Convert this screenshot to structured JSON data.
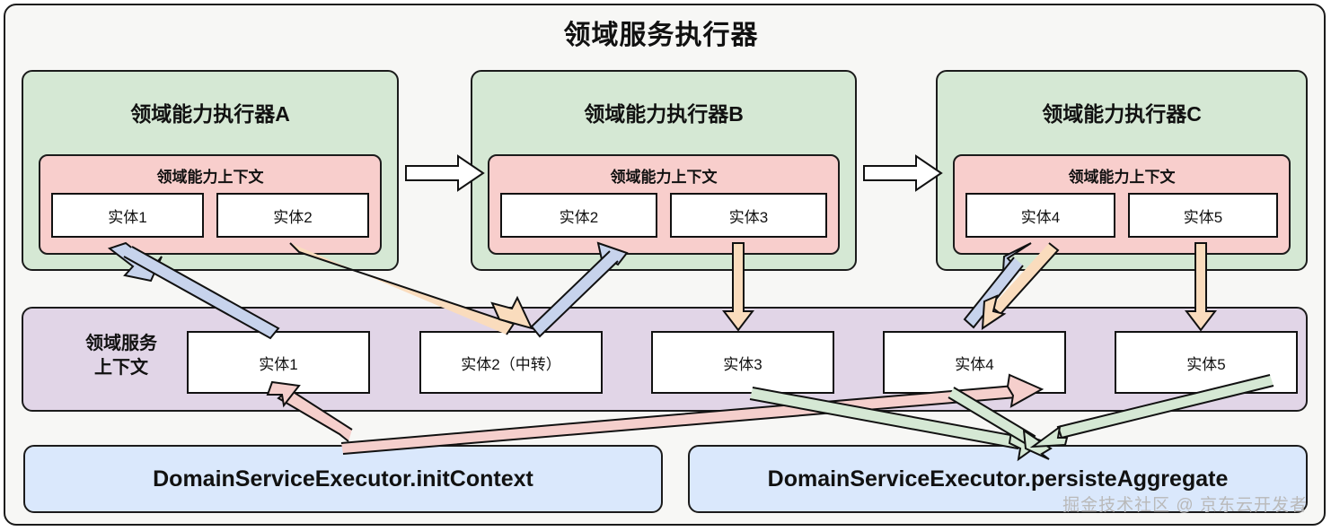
{
  "diagram": {
    "title": "领域服务执行器",
    "watermark": "掘金技术社区 @ 京东云开发者",
    "colors": {
      "outer_bg": "#f7f7f5",
      "executor_green": "#d5e8d4",
      "capability_pink": "#f8cecc",
      "service_context_purple": "#e1d5e7",
      "method_blue": "#dae8fc",
      "entity_white": "#ffffff",
      "stroke": "#1b1b1b",
      "arrow_blue": "#c7d3ec",
      "arrow_peach": "#fadcbd",
      "arrow_pink": "#f5cfcc",
      "arrow_green": "#d5e8d4",
      "arrow_white": "#ffffff"
    }
  },
  "executors": [
    {
      "title": "领域能力执行器A",
      "context_title": "领域能力上下文",
      "entities": [
        "实体1",
        "实体2"
      ]
    },
    {
      "title": "领域能力执行器B",
      "context_title": "领域能力上下文",
      "entities": [
        "实体2",
        "实体3"
      ]
    },
    {
      "title": "领域能力执行器C",
      "context_title": "领域能力上下文",
      "entities": [
        "实体4",
        "实体5"
      ]
    }
  ],
  "service_context": {
    "label_line1": "领域服务",
    "label_line2": "上下文",
    "entities": [
      "实体1",
      "实体2（中转）",
      "实体3",
      "实体4",
      "实体5"
    ]
  },
  "methods": [
    {
      "label": "DomainServiceExecutor.initContext"
    },
    {
      "label": "DomainServiceExecutor.persisteAggregate"
    }
  ],
  "flow_arrows": [
    {
      "from": "executor-a",
      "to": "executor-b",
      "style": "block-white"
    },
    {
      "from": "executor-b",
      "to": "executor-c",
      "style": "block-white"
    },
    {
      "from": "service-entity-1",
      "to": "cap-a-entity-1",
      "style": "blue"
    },
    {
      "from": "cap-a-entity-2",
      "to": "service-entity-2",
      "style": "peach"
    },
    {
      "from": "service-entity-2",
      "to": "cap-b-entity-2",
      "style": "blue"
    },
    {
      "from": "cap-b-entity-3",
      "to": "service-entity-3",
      "style": "peach"
    },
    {
      "from": "service-entity-4",
      "to": "cap-c-entity-4",
      "style": "blue"
    },
    {
      "from": "cap-c-entity-4",
      "to": "service-entity-4",
      "style": "peach"
    },
    {
      "from": "cap-c-entity-5",
      "to": "service-entity-5",
      "style": "peach"
    },
    {
      "from": "initContext",
      "to": "service-entity-1",
      "style": "pink"
    },
    {
      "from": "initContext",
      "to": "service-entity-4",
      "style": "pink"
    },
    {
      "from": "service-entity-3",
      "to": "persisteAggregate",
      "style": "green"
    },
    {
      "from": "service-entity-4",
      "to": "persisteAggregate",
      "style": "green"
    },
    {
      "from": "service-entity-5",
      "to": "persisteAggregate",
      "style": "green"
    }
  ]
}
